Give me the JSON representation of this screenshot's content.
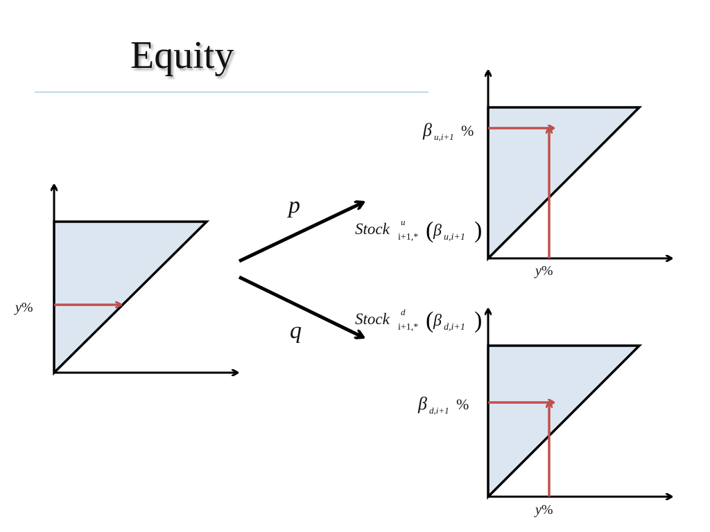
{
  "slide": {
    "title": "Equity",
    "accent_line_color": "#a9cce3",
    "triangle_fill": "#dce6f1",
    "arrow_color": "#c0504d",
    "outline_color": "#000000"
  },
  "left_diagram": {
    "y_label_var": "y",
    "y_label_unit": "%"
  },
  "branches": {
    "up_prob": "p",
    "down_prob": "q",
    "up_label": {
      "name": "Stock",
      "sup": "u",
      "sub": "i+1,*",
      "arg_greek": "β",
      "arg_sub": "u,i+1"
    },
    "down_label": {
      "name": "Stock",
      "sup": "d",
      "sub": "i+1,*",
      "arg_greek": "β",
      "arg_sub": "d,i+1"
    }
  },
  "up_diagram": {
    "beta_greek": "β",
    "beta_sub": "u,i+1",
    "beta_unit": "%",
    "x_label_var": "y",
    "x_label_unit": "%"
  },
  "down_diagram": {
    "beta_greek": "β",
    "beta_sub": "d,i+1",
    "beta_unit": "%",
    "x_label_var": "y",
    "x_label_unit": "%"
  }
}
